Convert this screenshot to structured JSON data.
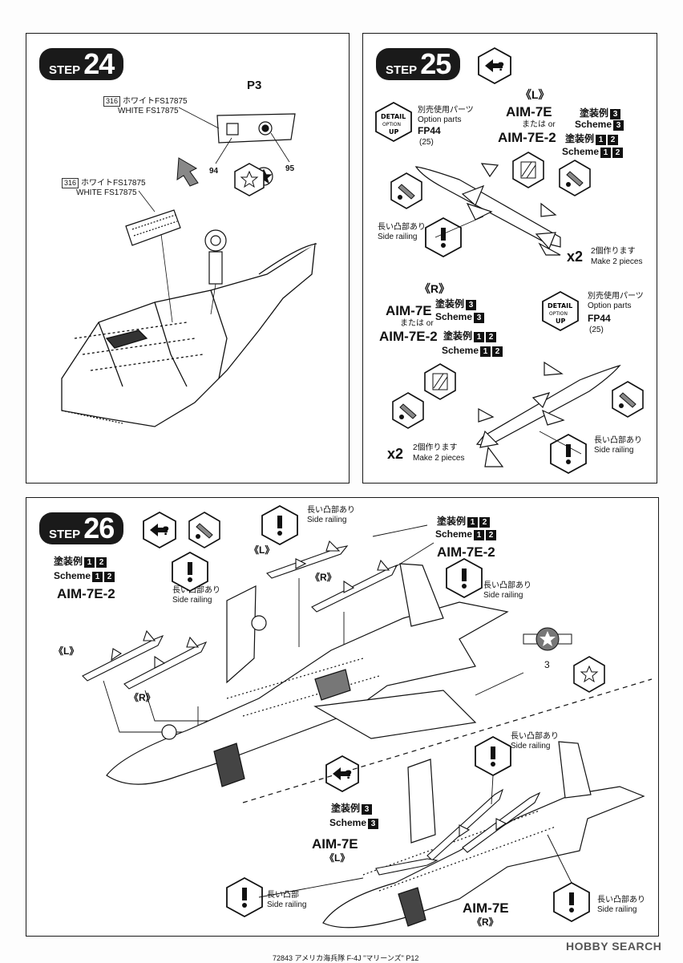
{
  "step24": {
    "word": "STEP",
    "num": "24",
    "part_label": "P3",
    "paint_code": "316",
    "paint_jp": "ホワイトFS17875",
    "paint_en": "WHITE FS17875",
    "paint_code_2": "316",
    "paint_jp_2": "ホワイトFS17875",
    "paint_en_2": "WHITE FS17875",
    "decal_a": "94",
    "decal_b": "95"
  },
  "step25": {
    "word": "STEP",
    "num": "25",
    "left_tag": "《L》",
    "right_tag": "《R》",
    "detail_a": "DETAIL",
    "detail_b": "OPTION",
    "detail_c": "UP",
    "option_jp": "別売使用パーツ",
    "option_en": "Option parts",
    "option_code": "FP44",
    "option_num": "(25)",
    "missile_a": "AIM-7E",
    "or_text": "または or",
    "missile_b": "AIM-7E-2",
    "scheme_jp": "塗装例",
    "scheme_en": "Scheme",
    "s3": "3",
    "s1": "1",
    "s2": "2",
    "rail_jp": "長い凸部あり",
    "rail_en": "Side railing",
    "x2": "x2",
    "make_jp": "2個作ります",
    "make_en": "Make 2 pieces"
  },
  "step26": {
    "word": "STEP",
    "num": "26",
    "scheme_jp": "塗装例",
    "scheme_en": "Scheme",
    "s1": "1",
    "s2": "2",
    "s3": "3",
    "missile": "AIM-7E-2",
    "missile_e": "AIM-7E",
    "left_tag": "《L》",
    "right_tag": "《R》",
    "rail_jp": "長い凸部あり",
    "rail_jp_short": "長い凸部",
    "rail_en": "Side railing",
    "decal_ref": "3"
  },
  "footer": {
    "code": "72843 アメリカ海兵隊 F-4J \"マリーンズ\" P12",
    "watermark": "HOBBY SEARCH"
  },
  "colors": {
    "ink": "#111111",
    "paper": "#ffffff",
    "panel_border": "#1a1a1a"
  },
  "icons": [
    "reverse-side-icon",
    "paint-icon",
    "decal-icon",
    "attention-icon",
    "arrow-icon"
  ]
}
